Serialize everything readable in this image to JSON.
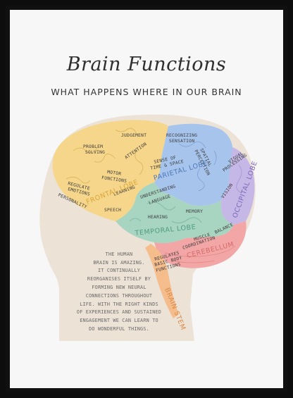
{
  "poster": {
    "title": "Brain Functions",
    "subtitle": "WHAT HAPPENS WHERE IN OUR BRAIN",
    "body_lines": [
      "THE HUMAN",
      "BRAIN IS AMAZING.",
      "IT CONTINUALLY",
      "REORGANISES ITSELF BY",
      "FORMING NEW NEURAL",
      "CONNECTIONS THROUGHOUT",
      "LIFE. WITH THE RIGHT KINDS",
      "OF EXPERIENCES AND SUSTAINED",
      "ENGAGEMENT WE CAN LEARN TO",
      "DO WONDERFUL THINGS."
    ]
  },
  "lobes": {
    "frontal": {
      "name": "FRONTAL LOBE",
      "color": "#f6d68a",
      "label_color": "#d9a538"
    },
    "parietal": {
      "name": "PARIETAL LOBE",
      "color": "#a7c4ec",
      "label_color": "#4f78b8"
    },
    "occipital": {
      "name": "OCCIPITAL LOBE",
      "color": "#c6b8e6",
      "label_color": "#7b67b8"
    },
    "temporal": {
      "name": "TEMPORAL LOBE",
      "color": "#a8d4c2",
      "label_color": "#4e9b82"
    },
    "cerebellum": {
      "name": "CEREBELLUM",
      "color": "#f2a6a6",
      "label_color": "#d86a6a"
    },
    "brain_stem": {
      "name": "BRAIN STEM",
      "color": "#f5bd8c",
      "label_color": "#d98a4a"
    }
  },
  "functions": {
    "judgement": "JUDGEMENT",
    "problem": [
      "PROBLEM",
      "SOLVING"
    ],
    "attention": "ATTENTION",
    "motor": [
      "MOTOR",
      "FUNCTIONS"
    ],
    "regulate": [
      "REGULATE",
      "EMOTIONS"
    ],
    "personality": "PERSONALITY",
    "recognizing": [
      "RECOGNIZING",
      "SENSATION"
    ],
    "sense": [
      "SENSE OF",
      "TIME & SPACE"
    ],
    "spatial": [
      "SPATIAL",
      "PERCEPTION"
    ],
    "visual": [
      "VISUAL",
      "PROCESSING"
    ],
    "vision": "VISION",
    "learning": "LEARNING",
    "understanding": [
      "UNDERSTANDING",
      "LANGUAGE"
    ],
    "speech": "SPEECH",
    "hearing": "HEARING",
    "memory": "MEMORY",
    "balance": "BALANCE",
    "muscle": [
      "MUSCLE",
      "COORDINATION"
    ],
    "regulates": [
      "REGULATES",
      "BASIC BODY",
      "FUNCTIONS"
    ]
  },
  "colors": {
    "head": "#ece2d6",
    "poster_bg": "#f7f7f8",
    "frame": "#101010"
  }
}
